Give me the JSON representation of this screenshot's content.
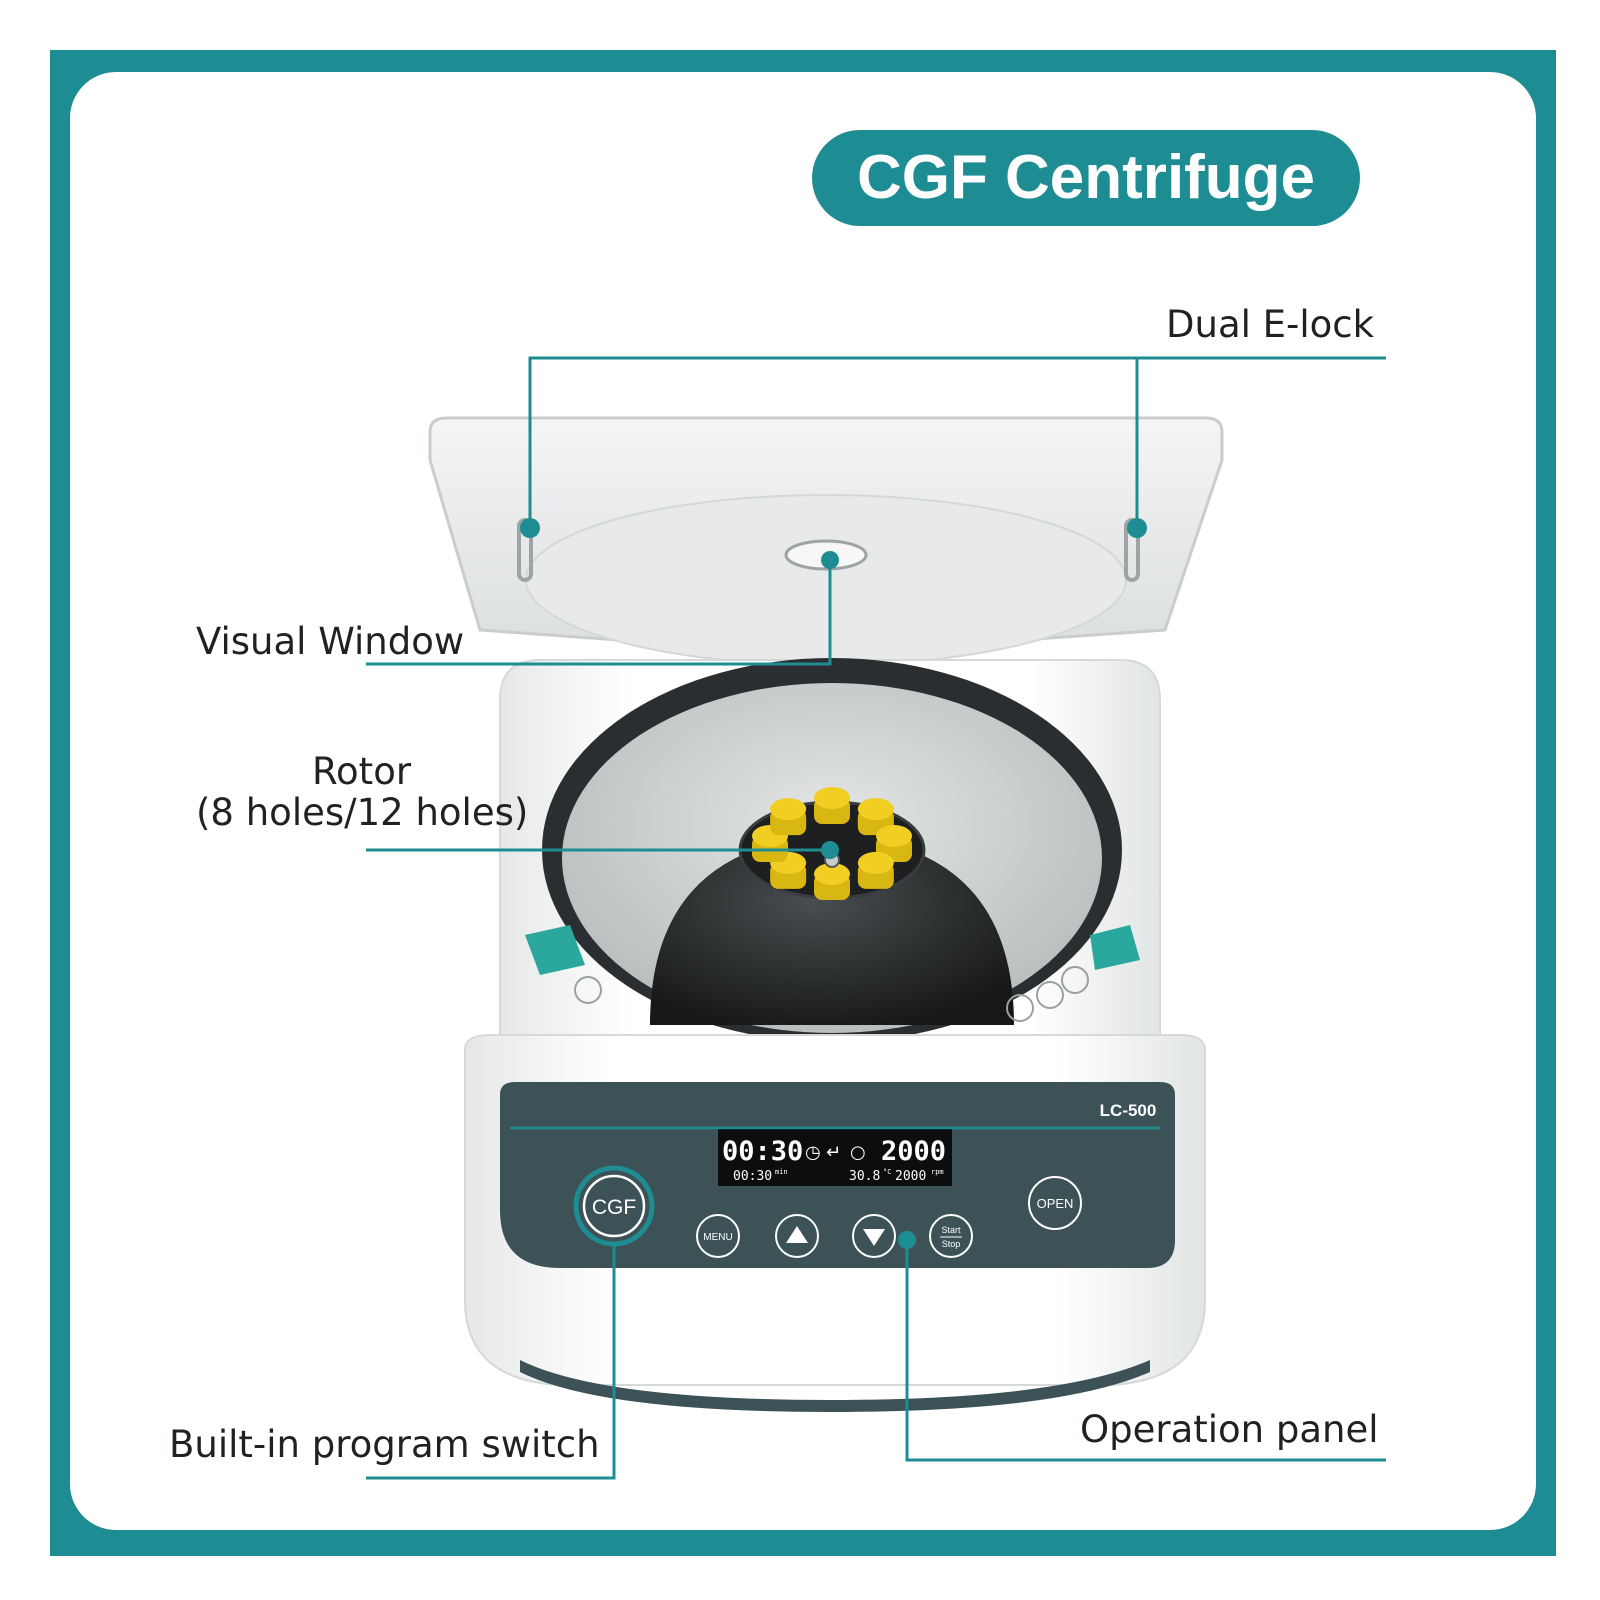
{
  "title": "CGF Centrifuge",
  "callouts": {
    "dual_elock": "Dual E-lock",
    "visual_window": "Visual Window",
    "rotor_line1": "Rotor",
    "rotor_line2": "(8 holes/12 holes)",
    "program_switch": "Built-in program switch",
    "operation_panel": "Operation panel"
  },
  "panel": {
    "model": "LC-500",
    "display": {
      "time_main": "00:30",
      "speed_main": "2000",
      "time_set": "00:30",
      "time_unit": "min",
      "temp": "30.8",
      "temp_unit": "°C",
      "speed_set": "2000",
      "speed_unit": "rpm"
    },
    "buttons": {
      "cgf": "CGF",
      "menu": "MENU",
      "start": "Start",
      "stop": "Stop",
      "open": "OPEN"
    }
  },
  "colors": {
    "accent": "#1e8d93",
    "panel": "#3c5257",
    "rotor_caps": "#f0cf22"
  }
}
